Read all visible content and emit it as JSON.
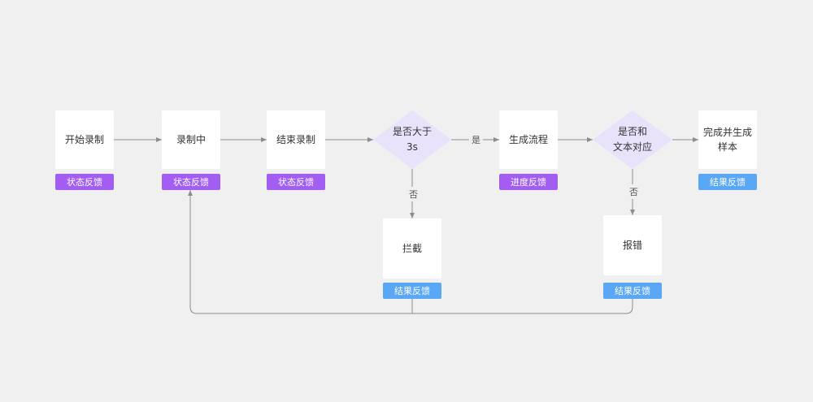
{
  "colors": {
    "background": "#f0f0f0",
    "node_fill": "#ffffff",
    "decision_fill": "#e9e2fb",
    "status_tag": "#a15ef0",
    "result_tag": "#5aa7f5",
    "edge": "#8c8c8c"
  },
  "nodes": {
    "start_recording": "开始录制",
    "recording": "录制中",
    "end_recording": "结束录制",
    "check_duration": "是否大于\n3s",
    "generate_flow": "生成流程",
    "block": "拦截",
    "check_text_match": "是否和\n文本对应",
    "report_error": "报错",
    "finish_sample": "完成并生成\n样本"
  },
  "tags": {
    "start_status": "状态反馈",
    "recording_status": "状态反馈",
    "end_status": "状态反馈",
    "progress": "进度反馈",
    "finish_result": "结果反馈",
    "block_result": "结果反馈",
    "error_result": "结果反馈"
  },
  "edge_labels": {
    "duration_yes": "是",
    "duration_no": "否",
    "match_no": "否"
  }
}
